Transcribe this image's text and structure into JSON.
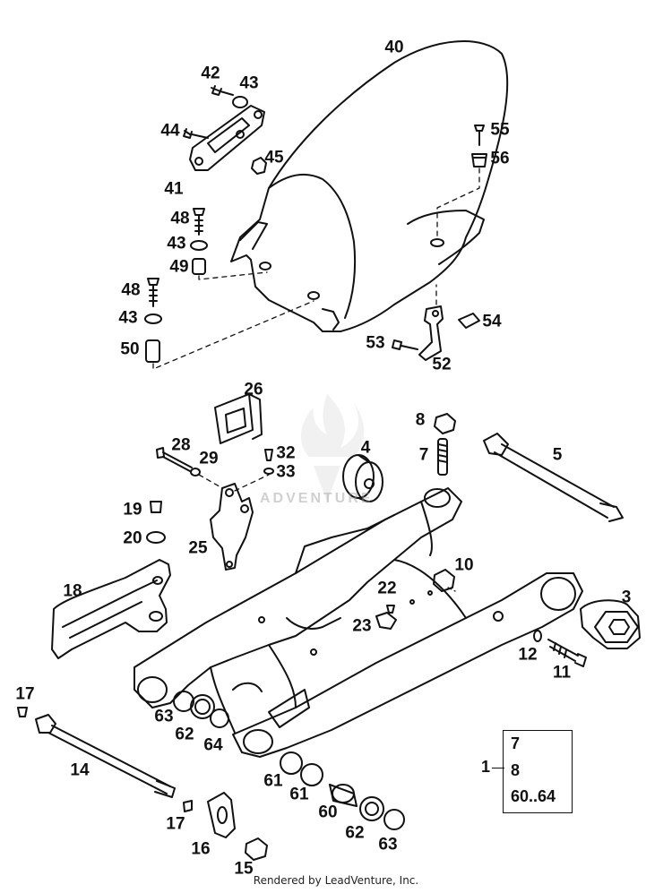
{
  "labels": [
    {
      "id": "40",
      "text": "40"
    },
    {
      "id": "42",
      "text": "42"
    },
    {
      "id": "43a",
      "text": "43"
    },
    {
      "id": "44",
      "text": "44"
    },
    {
      "id": "45",
      "text": "45"
    },
    {
      "id": "41",
      "text": "41"
    },
    {
      "id": "55",
      "text": "55"
    },
    {
      "id": "56",
      "text": "56"
    },
    {
      "id": "48a",
      "text": "48"
    },
    {
      "id": "43b",
      "text": "43"
    },
    {
      "id": "49",
      "text": "49"
    },
    {
      "id": "48b",
      "text": "48"
    },
    {
      "id": "43c",
      "text": "43"
    },
    {
      "id": "50",
      "text": "50"
    },
    {
      "id": "53",
      "text": "53"
    },
    {
      "id": "52",
      "text": "52"
    },
    {
      "id": "54",
      "text": "54"
    },
    {
      "id": "26",
      "text": "26"
    },
    {
      "id": "8",
      "text": "8"
    },
    {
      "id": "7",
      "text": "7"
    },
    {
      "id": "4",
      "text": "4"
    },
    {
      "id": "5",
      "text": "5"
    },
    {
      "id": "28",
      "text": "28"
    },
    {
      "id": "29",
      "text": "29"
    },
    {
      "id": "32",
      "text": "32"
    },
    {
      "id": "33",
      "text": "33"
    },
    {
      "id": "19",
      "text": "19"
    },
    {
      "id": "20",
      "text": "20"
    },
    {
      "id": "25",
      "text": "25"
    },
    {
      "id": "10",
      "text": "10"
    },
    {
      "id": "22",
      "text": "22"
    },
    {
      "id": "23",
      "text": "23"
    },
    {
      "id": "18",
      "text": "18"
    },
    {
      "id": "3",
      "text": "3"
    },
    {
      "id": "12",
      "text": "12"
    },
    {
      "id": "11",
      "text": "11"
    },
    {
      "id": "17a",
      "text": "17"
    },
    {
      "id": "63a",
      "text": "63"
    },
    {
      "id": "62a",
      "text": "62"
    },
    {
      "id": "64",
      "text": "64"
    },
    {
      "id": "14",
      "text": "14"
    },
    {
      "id": "61a",
      "text": "61"
    },
    {
      "id": "61b",
      "text": "61"
    },
    {
      "id": "60",
      "text": "60"
    },
    {
      "id": "62b",
      "text": "62"
    },
    {
      "id": "63b",
      "text": "63"
    },
    {
      "id": "17b",
      "text": "17"
    },
    {
      "id": "16",
      "text": "16"
    },
    {
      "id": "15",
      "text": "15"
    }
  ],
  "kit": {
    "lead": "1",
    "items": [
      "7",
      "8",
      "60..64"
    ]
  },
  "watermark": "ADVENTURE",
  "footer": "Rendered by LeadVenture, Inc."
}
